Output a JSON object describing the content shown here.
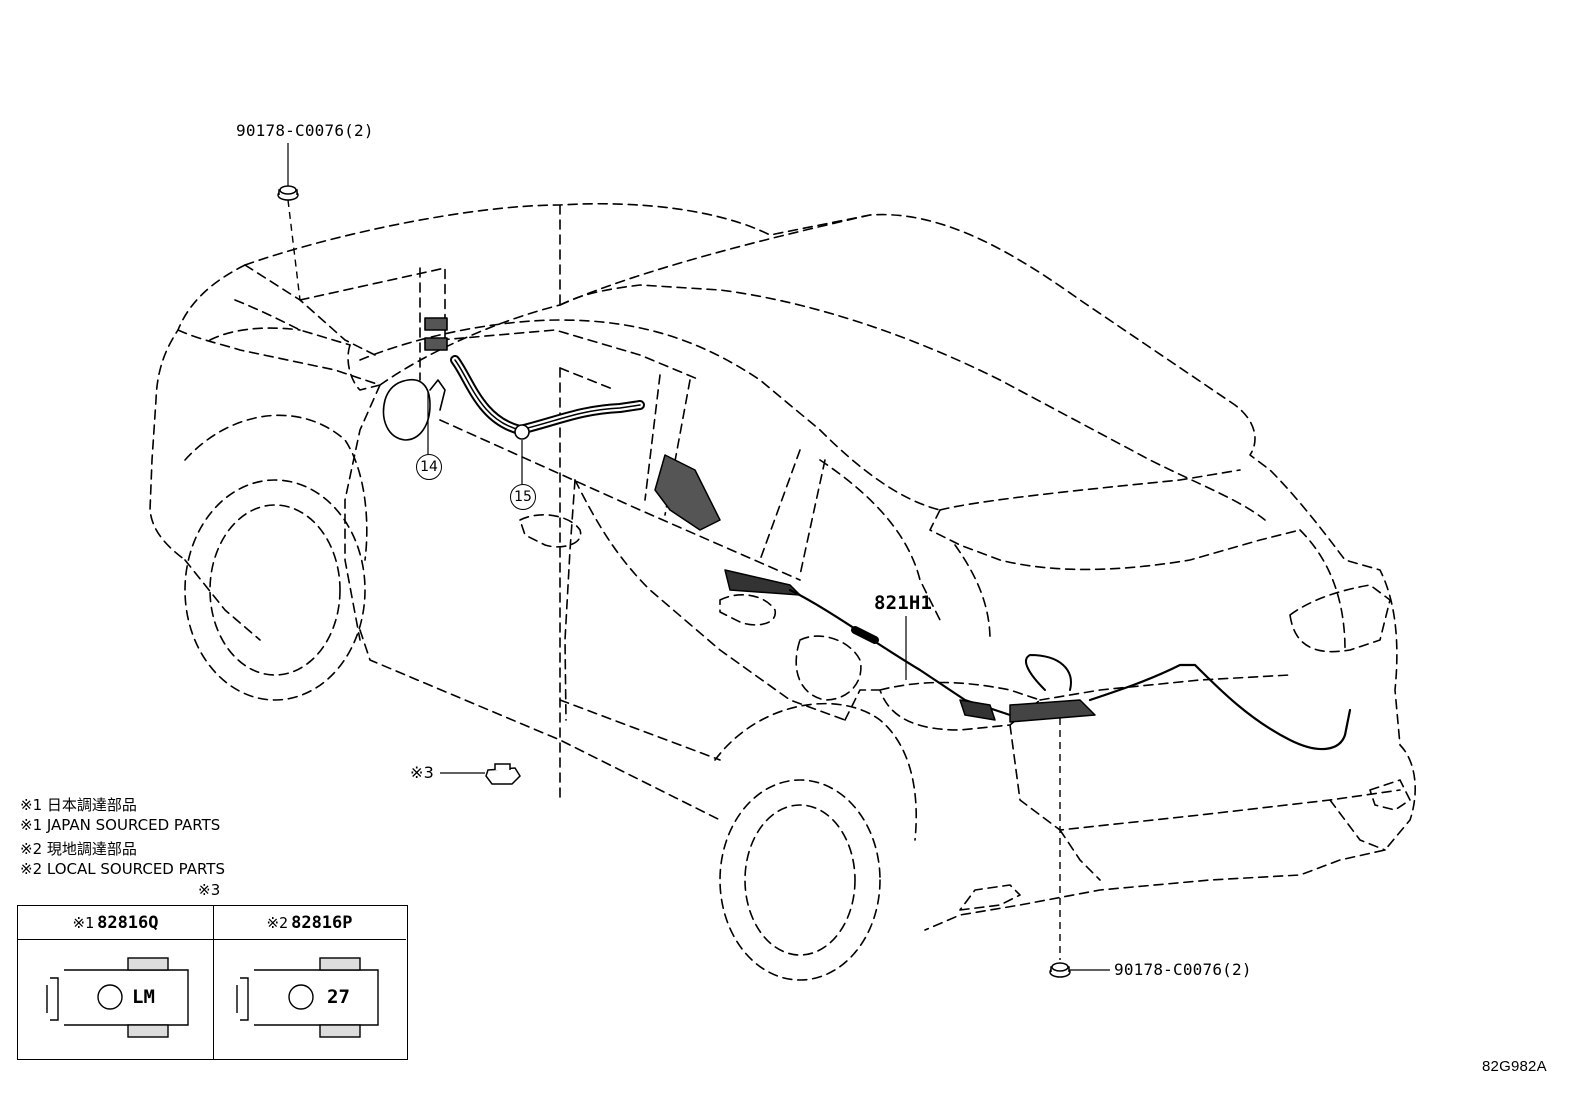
{
  "callouts": {
    "bolt_top": "90178-C0076(2)",
    "bolt_bottom": "90178-C0076(2)",
    "harness": "821H1",
    "ref_14": "14",
    "ref_15": "15",
    "note3_marker": "※3"
  },
  "notes": [
    "※1 日本調達部品",
    "※1 JAPAN SOURCED PARTS",
    "※2 現地調達部品",
    "※2 LOCAL SOURCED PARTS"
  ],
  "clip_table": {
    "caption": "※3",
    "columns": [
      {
        "marker": "※1",
        "part": "82816Q",
        "stamp": "LM"
      },
      {
        "marker": "※2",
        "part": "82816P",
        "stamp": "27"
      }
    ]
  },
  "diagram_code": "82G982A"
}
